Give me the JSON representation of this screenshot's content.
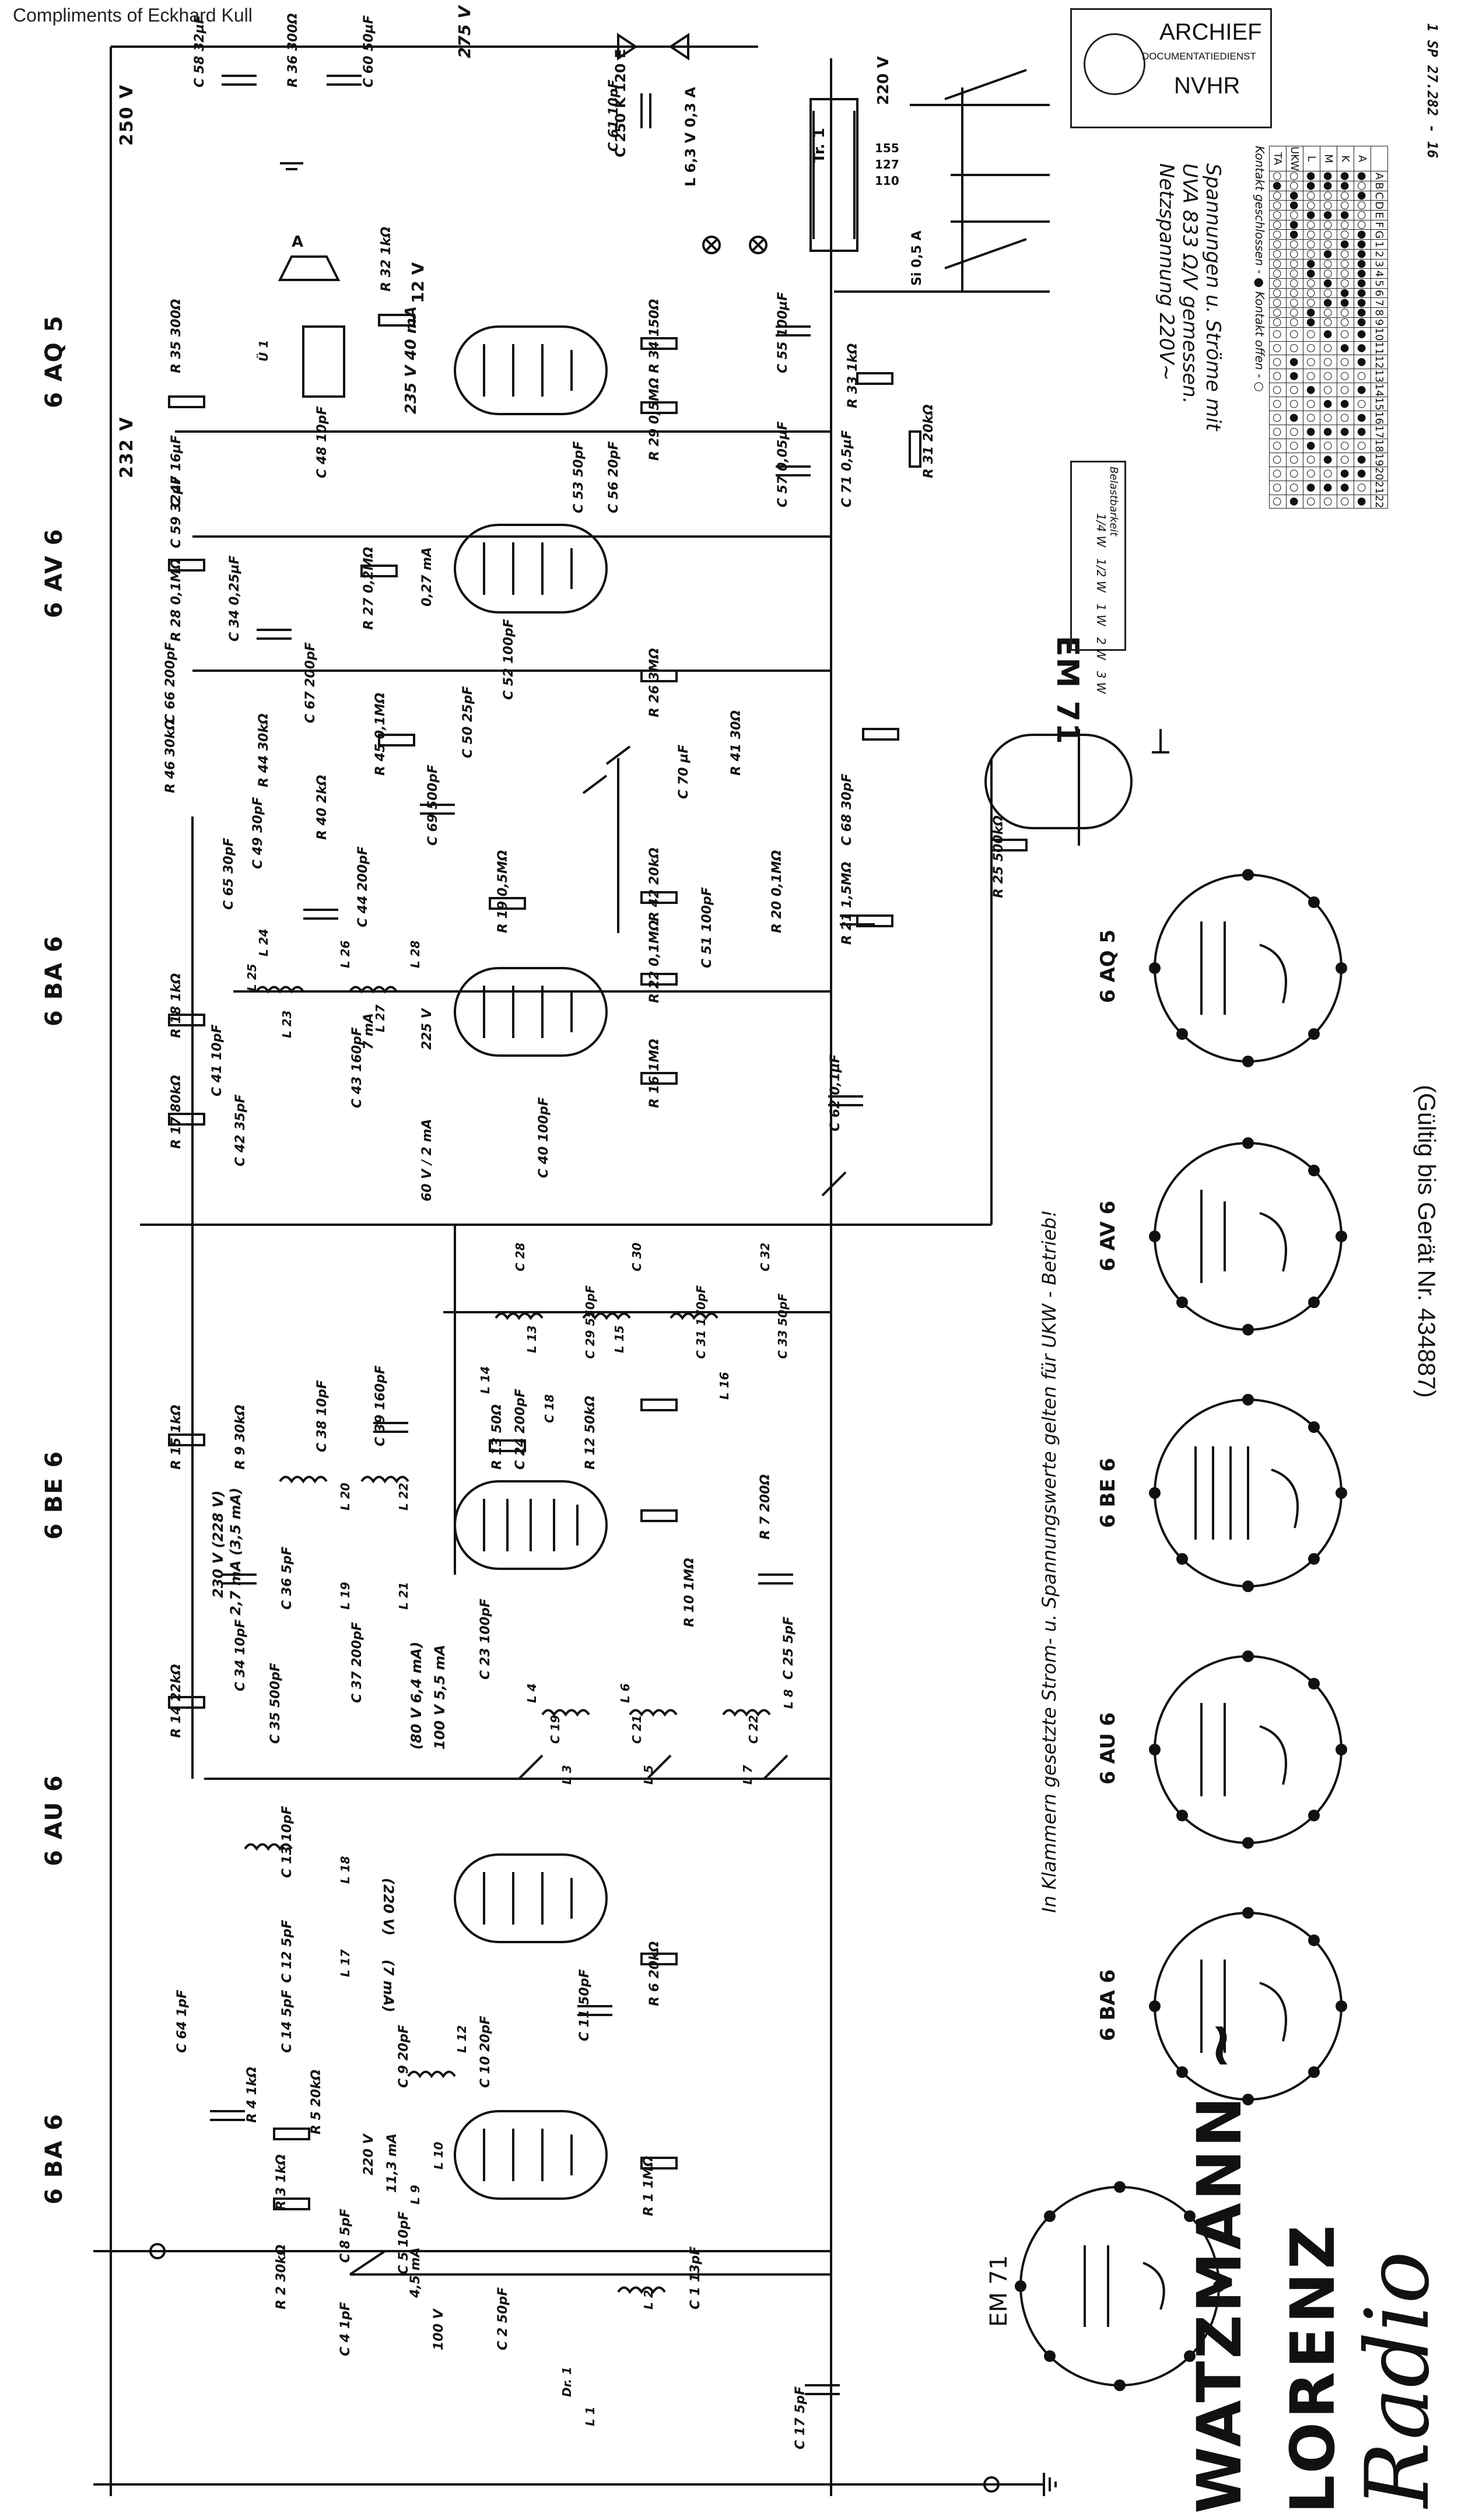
{
  "header": {
    "credit": "Compliments of Eckhard Kull",
    "doc_number": "1 SP 27.282 - 16",
    "stamp": {
      "line1": "ARCHIEF",
      "line2": "DOCUMENTATIEDIENST",
      "line3": "NVHR"
    }
  },
  "tubes_header": [
    "6 AQ 5",
    "6 AV 6",
    "6 BA 6",
    "6 BE 6",
    "6 AU 6",
    "6 BA 6",
    "EM 71"
  ],
  "measurement_note": {
    "line1": "Spannungen u. Ströme mit",
    "line2": "UVA 833 Ω/V  gemessen.",
    "line3": "Netzspannung 220V~"
  },
  "watt_legend": {
    "title": "Belastbarkeit",
    "items": [
      "1/4 W",
      "1/2 W",
      "1 W",
      "2 W",
      "3 W"
    ]
  },
  "switch_table": {
    "header": [
      "A",
      "B",
      "C",
      "D",
      "E",
      "F",
      "G",
      "1",
      "2",
      "3",
      "4",
      "5",
      "6",
      "7",
      "8",
      "9",
      "10",
      "11",
      "12",
      "13",
      "14",
      "15",
      "16",
      "17",
      "18",
      "19",
      "20",
      "21",
      "22"
    ],
    "rows": [
      "A",
      "K",
      "M",
      "L",
      "UKW",
      "TA"
    ],
    "legend": "Kontakt geschlossen - ●  Kontakt offen - ○"
  },
  "bracket_note": "In Klammern gesetzte Strom- u. Spannungswerte gelten für UKW - Betrieb!",
  "sockets": [
    "6 AQ 5",
    "6 AV 6",
    "6 BE 6",
    "6 AU 6",
    "6 BA 6"
  ],
  "em71_label": "EM 71",
  "em71_socket_label": "EM 71",
  "validity": "(Gültig bis Gerät Nr. 434887)",
  "brand": {
    "model": "WATZMANN ~",
    "maker": "LORENZ",
    "radio": "Radio"
  },
  "labels": {
    "v250": "250 V",
    "v232": "232 V",
    "v12": "12 V",
    "v275": "275 V",
    "v235": "235 V  40 mA",
    "v220": "220 V",
    "transformer": "Tr. 1",
    "lamp": "L 6,3 V 0,3 A",
    "fuse": "Si 0,5 A",
    "taps": [
      "155",
      "127",
      "110"
    ],
    "rectifier": "C 250 K 120 E",
    "ant": "A",
    "r_values": [
      "R 36 300Ω",
      "R 35 300Ω",
      "R 32 1kΩ",
      "R 34 150Ω",
      "R 29 0,5MΩ",
      "R 33 1kΩ",
      "R 31 20kΩ",
      "R 28 0,1MΩ",
      "R 27 0,2MΩ",
      "R 26 3MΩ",
      "R 45 0,1MΩ",
      "R 46 30kΩ",
      "R 44 30kΩ",
      "R 40 2kΩ",
      "R 19 0,5MΩ",
      "R 42 20kΩ",
      "R 41 30Ω",
      "R 25 500kΩ",
      "R 18 1kΩ",
      "R 17 80kΩ",
      "R 22 0,1MΩ",
      "R 20 0,1MΩ",
      "R 21 1,5MΩ",
      "R 16 1MΩ",
      "R 15 1kΩ",
      "R 9 30kΩ",
      "R 13 50Ω",
      "R 12 50kΩ",
      "R 7 200Ω",
      "R 10 1MΩ",
      "R 14 22kΩ",
      "R 6 20kΩ",
      "R 4 1kΩ",
      "R 5 20kΩ",
      "R 3 1kΩ",
      "R 2 30kΩ",
      "R 1 1MΩ"
    ],
    "c_values": [
      "C 58 32µF",
      "C 60 50µF",
      "C 61 10pF",
      "C 55 100µF",
      "C 47 16µF",
      "C 48 10pF",
      "C 53 50pF",
      "C 56 20pF",
      "C 57 0,05µF",
      "C 71 0,5µF",
      "C 59 32µF",
      "C 34 0,25µF",
      "C 66 200pF",
      "C 67 200pF",
      "C 50 25pF",
      "C 52 100pF",
      "C 69 500pF",
      "C 70 µF",
      "C 68 30pF",
      "C 65 30pF",
      "C 49 30pF",
      "C 44 200pF",
      "C 41 10pF",
      "C 42 35pF",
      "C 43 160pF",
      "C 40 100pF",
      "C 51 100pF",
      "C 62 0,1µF",
      "C 28",
      "C 29 550pF",
      "C 30",
      "C 31 170pF",
      "C 32",
      "C 33 50pF",
      "C 38 10pF",
      "C 39 160pF",
      "C 24 200pF",
      "C 18",
      "C 36 5pF",
      "C 34 10pF",
      "C 35 500pF",
      "C 37 200pF",
      "C 23 100pF",
      "C 25 5pF",
      "C 19",
      "C 21",
      "C 22",
      "C 13 10pF",
      "C 12 5pF",
      "C 14 5pF",
      "C 64 1pF",
      "C 9 20pF",
      "C 10 20pF",
      "C 11 50pF",
      "C 8 5pF",
      "C 5 10pF",
      "C 4 1pF",
      "C 2 50pF",
      "C 1 13pF",
      "C 17 5pF"
    ],
    "l_values": [
      "L 23",
      "L 24",
      "L 25",
      "L 26",
      "L 27",
      "L 28",
      "L 14",
      "L 13",
      "L 15",
      "L 16",
      "L 20",
      "L 22",
      "L 19",
      "L 21",
      "L 4",
      "L 6",
      "L 8",
      "L 3",
      "L 5",
      "L 7",
      "L 18",
      "L 17",
      "L 12",
      "L 10",
      "L 9",
      "L 2",
      "L 1",
      "Dr. 1",
      "Ü 1"
    ],
    "currents": [
      "7 mA",
      "225 V",
      "60 V / 2 mA",
      "0,27 mA",
      "230 V (228 V)",
      "2,7 mA (3,5 mA)",
      "100 V  5,5 mA",
      "(80 V  6,4 mA)",
      "(220 V)",
      "(7 mA)",
      "220 V",
      "11,3 mA",
      "100 V",
      "4,5 mA"
    ]
  },
  "colors": {
    "ink": "#111111",
    "paper": "#ffffff"
  }
}
